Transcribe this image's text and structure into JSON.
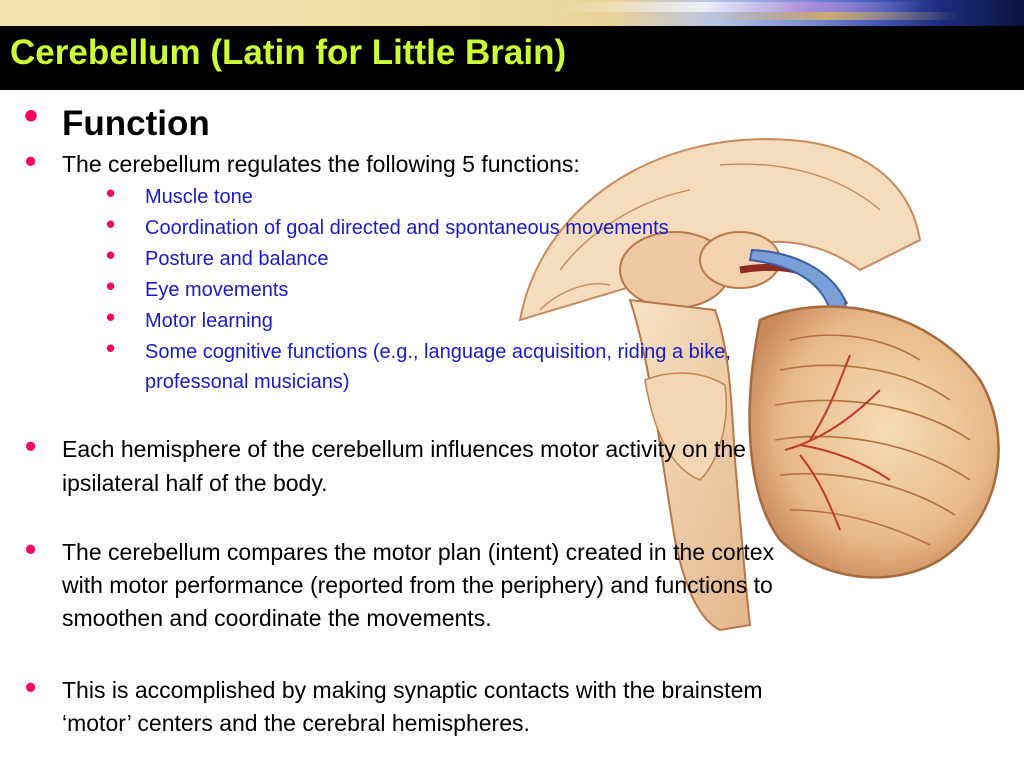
{
  "slide": {
    "title": "Cerebellum (Latin for Little Brain)",
    "heading": "Function",
    "intro": "The cerebellum regulates the following 5 functions:",
    "functions": [
      "Muscle tone",
      "Coordination of goal directed and spontaneous movements",
      "Posture and balance",
      "Eye movements",
      "Motor learning",
      "Some cognitive functions (e.g., language acquisition, riding a bike,",
      "professonal musicians)"
    ],
    "points": [
      [
        "Each hemisphere of the cerebellum influences motor activity on the",
        "ipsilateral half of the body."
      ],
      [
        "The cerebellum compares the motor plan (intent) created in the cortex",
        "with motor performance (reported from the periphery) and functions to",
        "smoothen and coordinate the movements."
      ],
      [
        "This is accomplished by making synaptic contacts with the brainstem",
        "‘motor’ centers and the cerebral hemispheres."
      ]
    ]
  },
  "colors": {
    "title_text": "#ccff33",
    "title_background": "#000000",
    "bullet": "#ff0066",
    "sub_text": "#1a1acc"
  },
  "illustration": "cerebellum-sagittal-section"
}
